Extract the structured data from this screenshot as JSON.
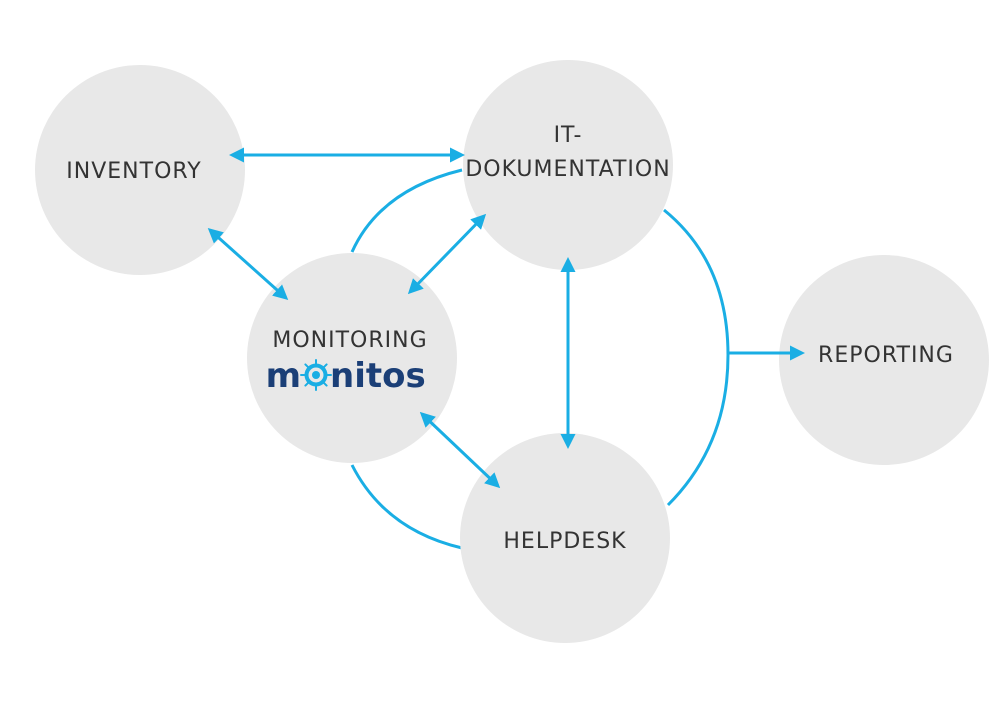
{
  "colors": {
    "node_fill": "#e8e8e8",
    "arrow": "#1aaee4",
    "label": "#333333",
    "logo": "#1b3f77"
  },
  "nodes": {
    "inventory": {
      "label": "INVENTORY"
    },
    "it_doc": {
      "label_line1": "IT-",
      "label_line2": "DOKUMENTATION"
    },
    "monitoring": {
      "label": "MONITORING",
      "logo_left": "m",
      "logo_right": "nitos",
      "logo_icon": "ship-wheel-icon"
    },
    "helpdesk": {
      "label": "HELPDESK"
    },
    "reporting": {
      "label": "REPORTING"
    }
  },
  "connections": [
    {
      "from": "INVENTORY",
      "to": "IT-DOKUMENTATION",
      "direction": "both"
    },
    {
      "from": "INVENTORY",
      "to": "MONITORING",
      "direction": "both"
    },
    {
      "from": "MONITORING",
      "to": "IT-DOKUMENTATION",
      "direction": "both"
    },
    {
      "from": "IT-DOKUMENTATION",
      "to": "HELPDESK",
      "direction": "both"
    },
    {
      "from": "MONITORING",
      "to": "HELPDESK",
      "direction": "both"
    },
    {
      "from": "IT-DOKUMENTATION",
      "to": "REPORTING",
      "direction": "one-way"
    },
    {
      "from": "HELPDESK",
      "to": "REPORTING",
      "direction": "one-way"
    }
  ]
}
